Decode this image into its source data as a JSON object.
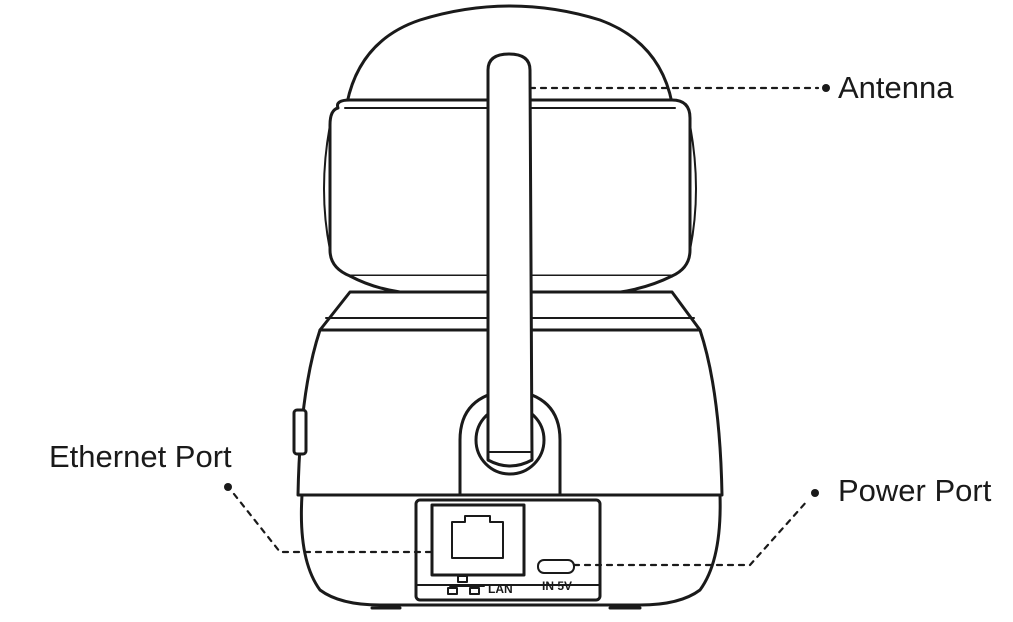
{
  "callouts": {
    "antenna": "Antenna",
    "ethernet_port": "Ethernet Port",
    "power_port": "Power Port"
  },
  "port_labels": {
    "lan": "LAN",
    "power": "IN 5V"
  },
  "colors": {
    "ink": "#1a1a1a",
    "background": "#ffffff"
  },
  "icons": {
    "network": "network-icon",
    "rj45": "rj45-port-icon",
    "micro_usb": "micro-usb-port-icon"
  }
}
